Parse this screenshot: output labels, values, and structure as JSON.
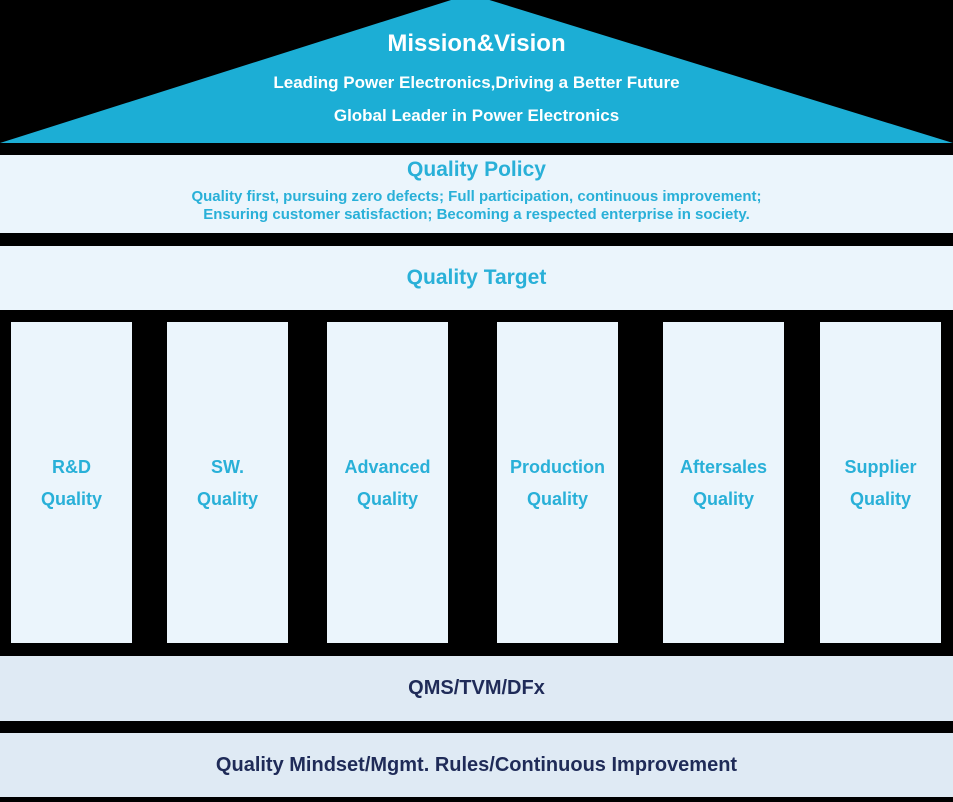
{
  "colors": {
    "roof_fill": "#1caed5",
    "teal_text": "#29b0d8",
    "light_band": "#ebf5fc",
    "muted_band": "#dfeaf4",
    "navy_text": "#1f2b58",
    "background": "#000000"
  },
  "roof": {
    "title": "Mission&Vision",
    "subtitle1": "Leading Power Electronics,Driving a Better Future",
    "subtitle2": "Global Leader in Power Electronics"
  },
  "policy": {
    "title": "Quality Policy",
    "line1": "Quality first, pursuing zero defects; Full participation, continuous improvement;",
    "line2": "Ensuring customer satisfaction; Becoming a respected enterprise in society."
  },
  "target": {
    "title": "Quality Target"
  },
  "pillars": [
    {
      "line1": "R&D",
      "line2": "Quality"
    },
    {
      "line1": "SW.",
      "line2": "Quality"
    },
    {
      "line1": "Advanced",
      "line2": "Quality"
    },
    {
      "line1": "Production",
      "line2": "Quality"
    },
    {
      "line1": "Aftersales",
      "line2": "Quality"
    },
    {
      "line1": "Supplier",
      "line2": "Quality"
    }
  ],
  "foundation": {
    "qms": "QMS/TVM/DFx",
    "mindset": "Quality Mindset/Mgmt. Rules/Continuous Improvement"
  }
}
